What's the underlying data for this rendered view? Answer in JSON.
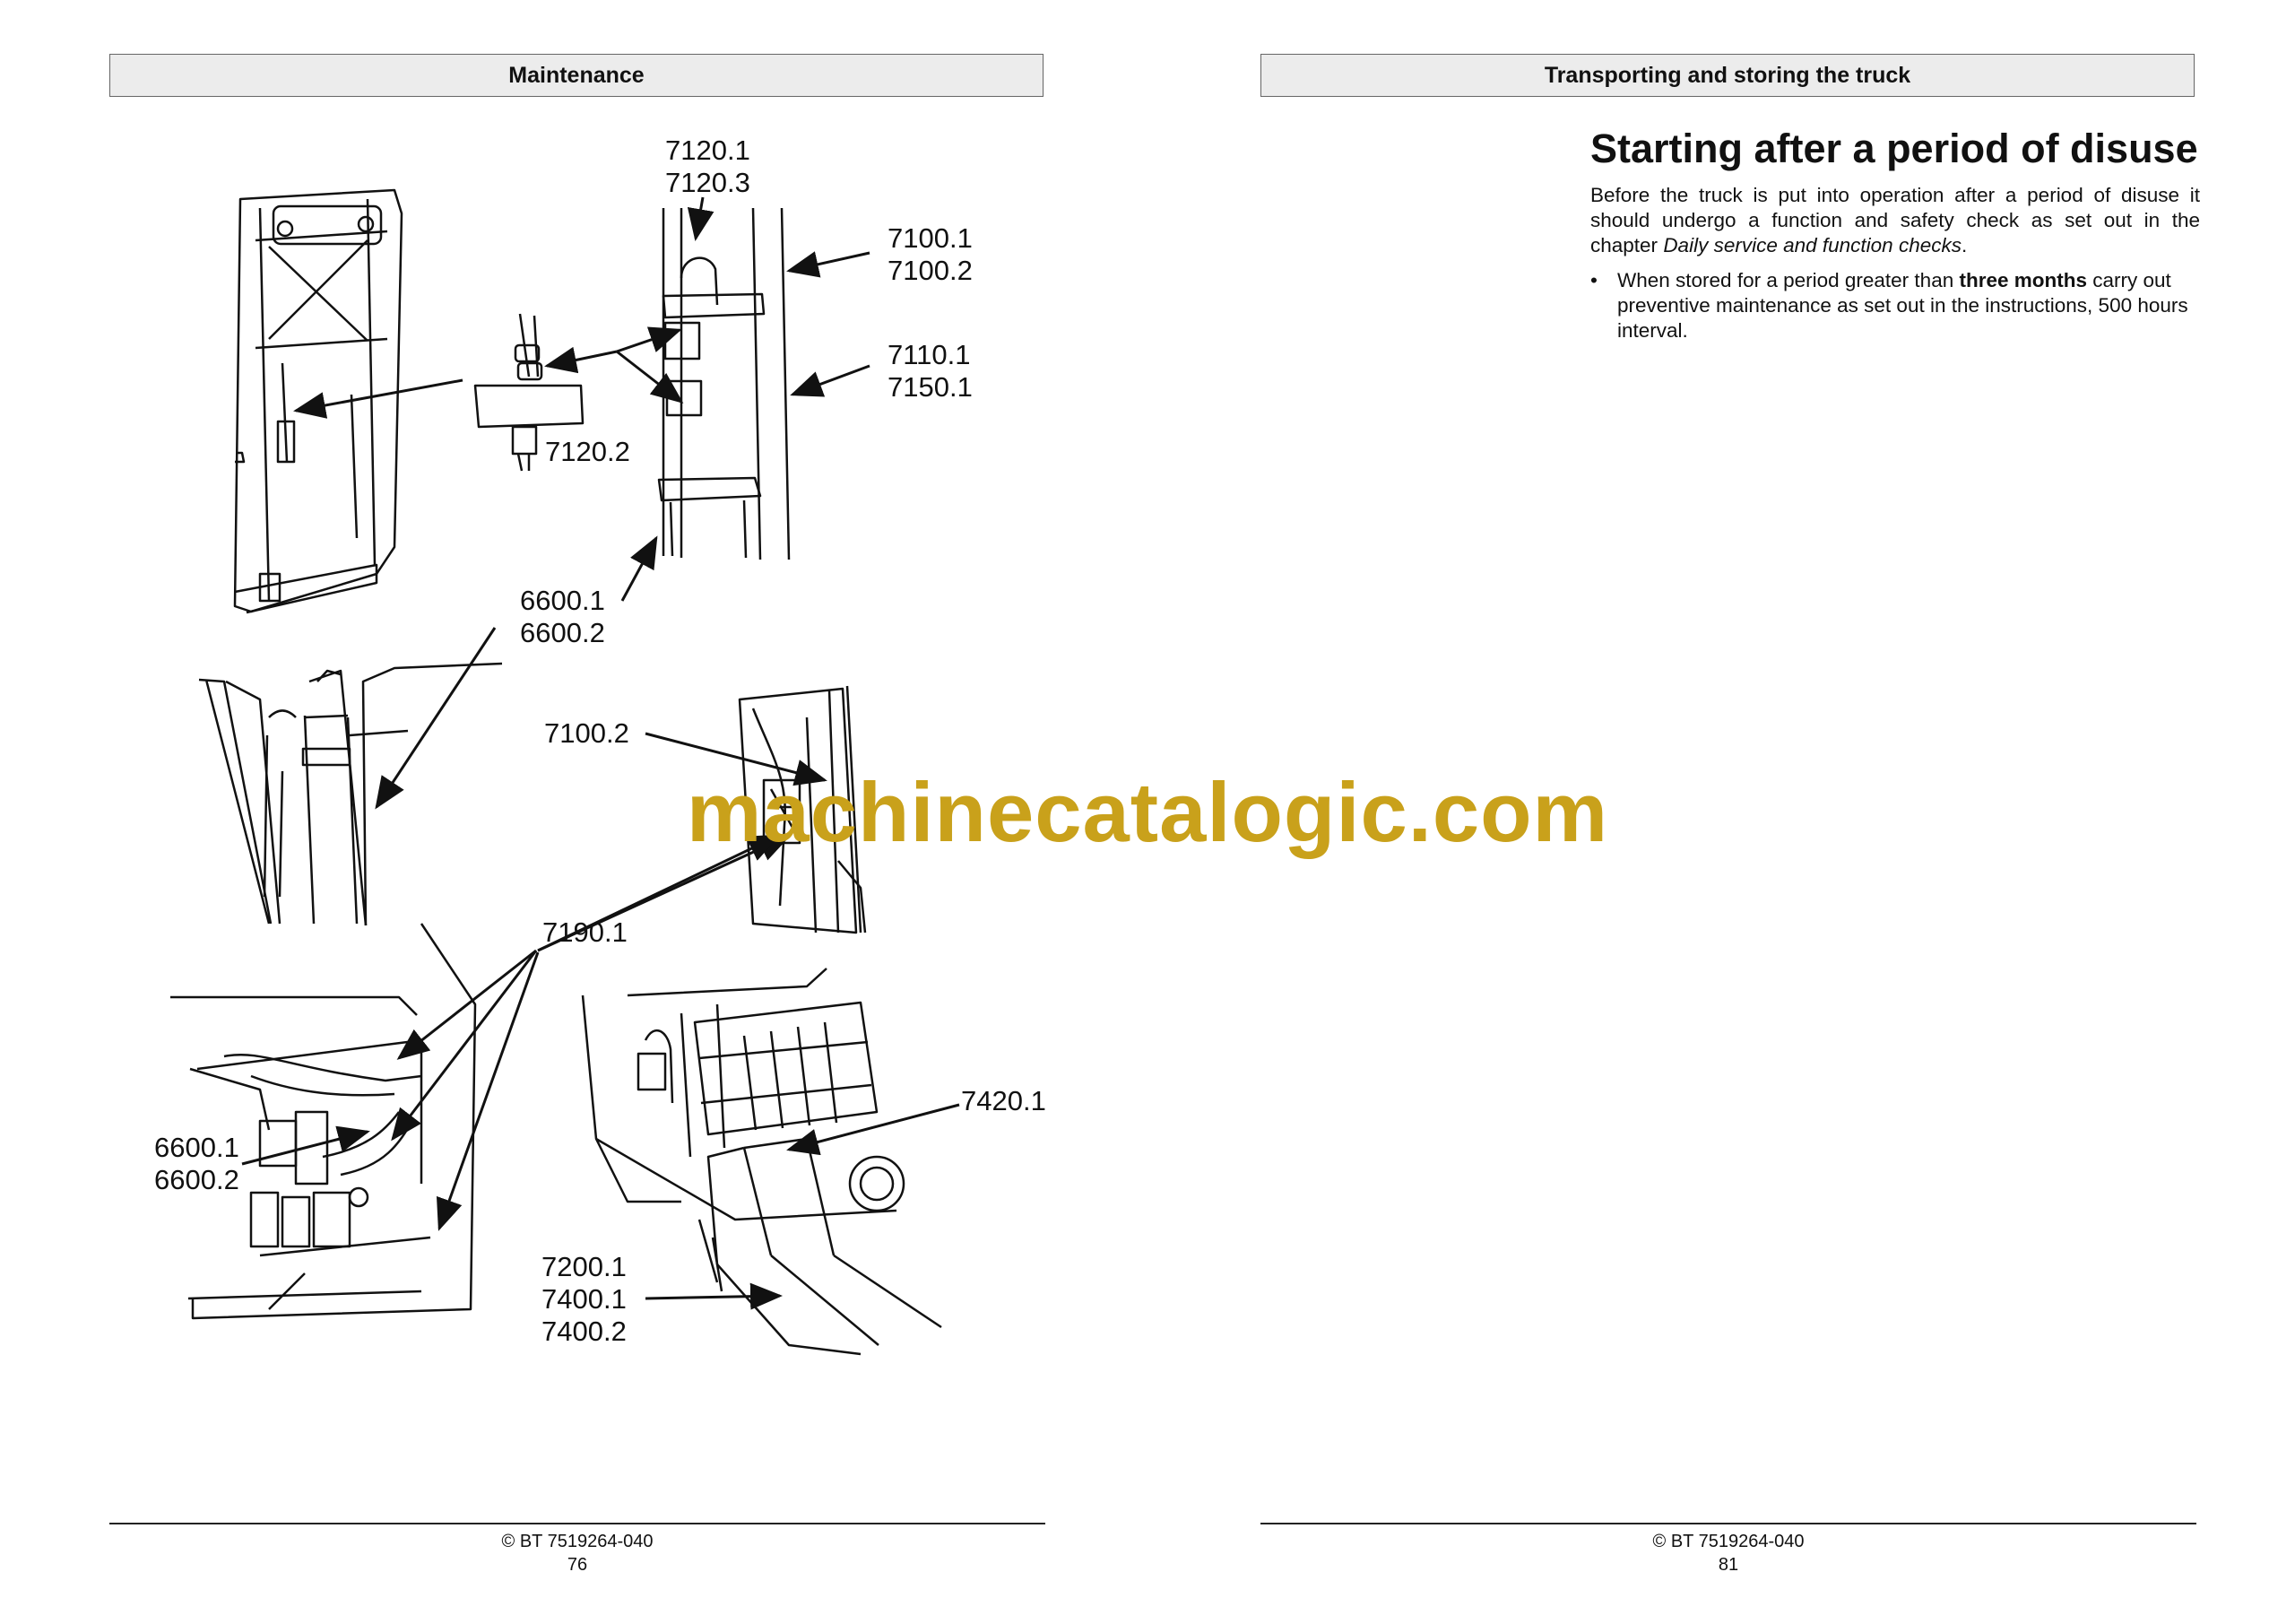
{
  "left_page": {
    "header": "Maintenance",
    "callouts": {
      "c1": "7120.1\n7120.3",
      "c2": "7100.1\n7100.2",
      "c3": "7110.1\n7150.1",
      "c4": "7120.2",
      "c5": "6600.1\n6600.2",
      "c6": "7100.2",
      "c7": "7190.1",
      "c8": "7420.1",
      "c9": "6600.1\n6600.2",
      "c10": "7200.1\n7400.1\n7400.2"
    },
    "footer_copyright": "© BT 7519264-040",
    "footer_page": "76"
  },
  "right_page": {
    "header": "Transporting and storing the truck",
    "title": "Starting after a period of disuse",
    "intro_plain": "Before the truck is put into operation after a period of disuse it should undergo a function and safety check as set out in the chapter ",
    "intro_italic": "Daily service and function checks",
    "intro_end": ".",
    "bullet_symbol": "•",
    "bullet_pre": "When stored for a period greater than ",
    "bullet_bold": "three months",
    "bullet_post": " carry out preventive maintenance as set out in the instructions, 500 hours interval.",
    "footer_copyright": "© BT 7519264-040",
    "footer_page": "81"
  },
  "watermark": "machinecatalogic.com"
}
